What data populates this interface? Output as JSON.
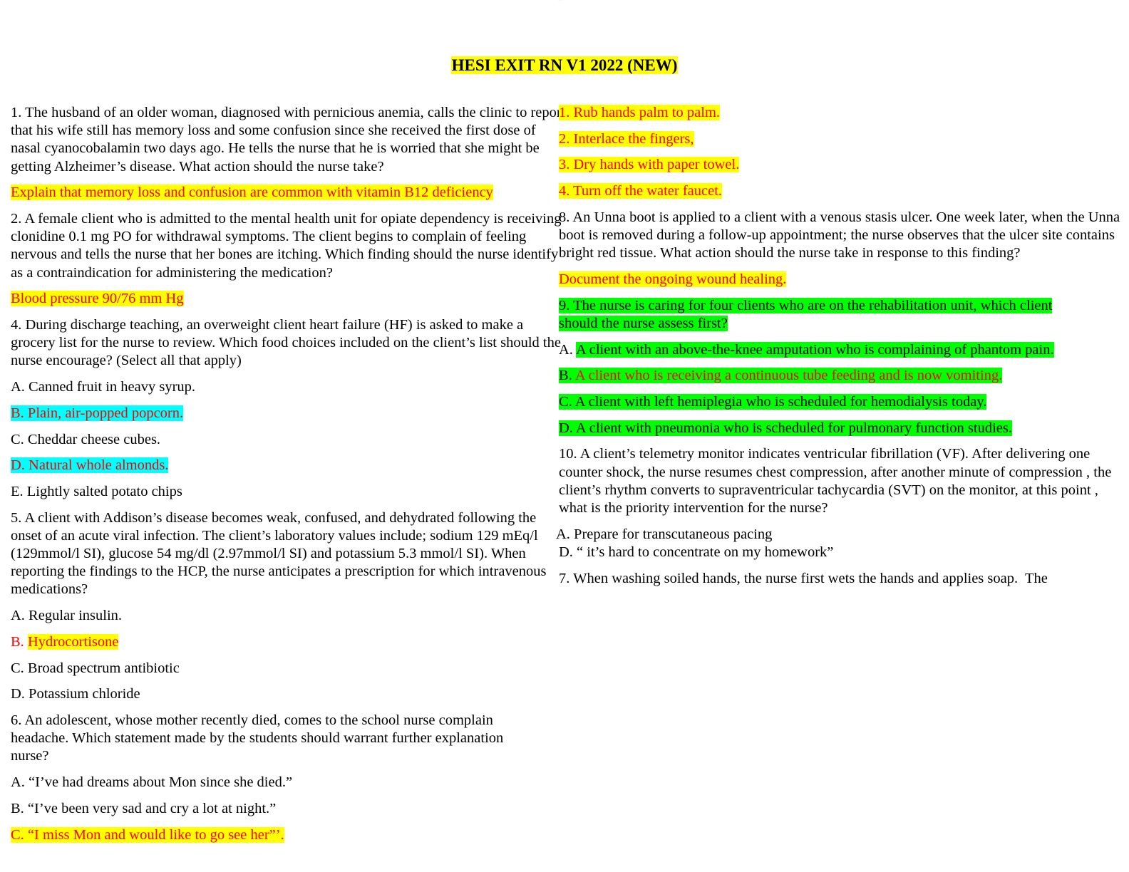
{
  "watermark": "· · · · ·",
  "title": "HESI EXIT RN V1 2022 (NEW)",
  "colors": {
    "highlight_yellow": "#ffff00",
    "highlight_green": "#00ff00",
    "highlight_cyan": "#00ffff",
    "answer_red": "#ff0000",
    "text_black": "#000000"
  },
  "left_column": {
    "q1": {
      "question": "1. The husband of an older woman, diagnosed with pernicious anemia, calls the clinic to report that his wife still has memory loss and some confusion since she received the first dose of nasal cyanocobalamin two days ago. He tells the nurse that he is worried that she might be getting Alzheimer’s disease. What action should the nurse take?",
      "answer": "Explain that memory loss and confusion are common with vitamin B12 deficiency"
    },
    "q2": {
      "question": "2. A female client who is admitted to the mental health unit for opiate dependency is receiving clonidine 0.1 mg PO for withdrawal symptoms. The client begins to complain of feeling nervous and tells the nurse that her bones are itching. Which finding should the nurse identify as a contraindication for administering the medication?",
      "answer": "Blood pressure 90/76 mm Hg"
    },
    "q4": {
      "question": "4. During discharge teaching, an overweight client heart failure (HF) is asked to make a grocery list for the nurse to review. Which food choices included on the client’s list should the nurse encourage? (Select all that apply)",
      "options": [
        "A. Canned fruit in heavy syrup.",
        "B. Plain, air-popped popcorn.",
        "C. Cheddar cheese cubes.",
        "D. Natural whole almonds.",
        "E. Lightly salted potato chips"
      ]
    },
    "q5": {
      "question": "5. A client with Addison’s disease becomes weak, confused, and dehydrated following the onset of an acute viral infection. The client’s laboratory values include; sodium 129 mEq/l (129mmol/l SI), glucose 54 mg/dl (2.97mmol/l SI) and potassium 5.3 mmol/l SI). When reporting the findings to the HCP, the nurse anticipates a prescription for which intravenous medications?",
      "options": [
        "A. Regular insulin.",
        "B.",
        "C. Broad spectrum antibiotic",
        "D. Potassium chloride"
      ],
      "option_b_text": "Hydrocortisone"
    },
    "q6": {
      "question": "6. An adolescent, whose mother recently died, comes to the school nurse complain headache. Which statement made by the students should warrant further explanation nurse?",
      "options": [
        "A. “I’ve had dreams about Mon since she died.”",
        "B. “I’ve been very sad and cry a lot at night.”",
        "C. “I miss Mon and would like to go see her”’."
      ]
    }
  },
  "right_column": {
    "q7_steps": [
      "1. Rub hands palm to palm.",
      "2. Interlace the fingers,",
      "3. Dry hands with paper towel.",
      "4. Turn off the water faucet."
    ],
    "q8": {
      "question": "8. An Unna boot is applied to a client with a venous stasis ulcer. One week later, when the Unna boot is removed during a follow-up appointment; the nurse observes that the ulcer site contains bright red tissue. What action should the nurse take in response to this finding?",
      "answer": "Document the ongoing wound healing."
    },
    "q9": {
      "question": "9. The nurse is caring for four clients who are on the rehabilitation unit, which client should the nurse assess first?",
      "options": [
        {
          "letter": "A.",
          "text": "A client with an above-the-knee amputation who is complaining of phantom pain."
        },
        {
          "letter": "B.",
          "text": "A client who is receiving a continuous tube feeding and is now vomiting."
        },
        {
          "letter": "",
          "text": "C. A client with left hemiplegia who is scheduled for hemodialysis today."
        },
        {
          "letter": "",
          "text": "D. A client with pneumonia who is scheduled for pulmonary function studies."
        }
      ]
    },
    "q10": {
      "question": "10. A client’s telemetry monitor indicates ventricular fibrillation (VF). After delivering one counter shock, the nurse resumes chest compression, after another minute of compression , the client’s rhythm converts to supraventricular tachycardia (SVT) on the monitor, at this point , what is the priority intervention for the nurse?",
      "option_a": "A. Prepare for transcutaneous pacing",
      "option_d": "D. “ it’s hard to concentrate on my homework”"
    },
    "q7_stem": "7. When washing soiled hands, the nurse first wets the hands and applies soap.  The"
  }
}
